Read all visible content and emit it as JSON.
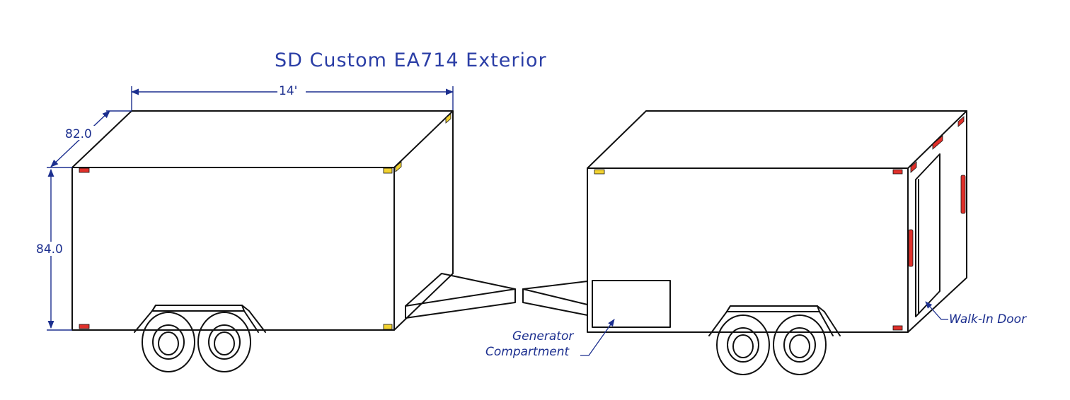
{
  "title": "SD Custom EA714 Exterior",
  "dimensions": {
    "length": "14'",
    "width": "82.0",
    "height": "84.0"
  },
  "labels": {
    "generator_line1": "Generator",
    "generator_line2": "Compartment",
    "walk_in_door": "Walk-In Door"
  },
  "colors": {
    "annotation": "#1c2f8f",
    "outline": "#111111",
    "marker_red": "#e0302a",
    "marker_amber": "#f2d230"
  }
}
